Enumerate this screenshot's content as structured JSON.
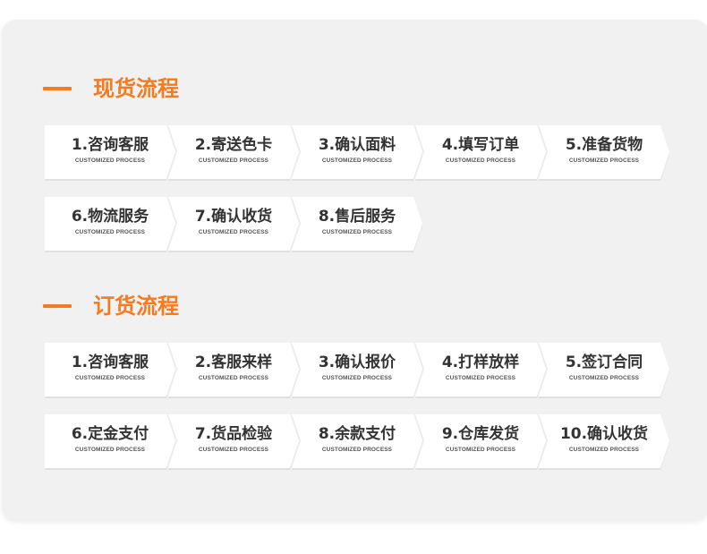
{
  "colors": {
    "accent": "#f47b20",
    "panel_bg": "#f1f1f1",
    "card_bg": "#ffffff",
    "text": "#333333"
  },
  "subtitle": "CUSTOMIZED PROCESS",
  "sections": [
    {
      "title": "现货流程",
      "rows": [
        [
          "1.咨询客服",
          "2.寄送色卡",
          "3.确认面料",
          "4.填写订单",
          "5.准备货物"
        ],
        [
          "6.物流服务",
          "7.确认收货",
          "8.售后服务"
        ]
      ]
    },
    {
      "title": "订货流程",
      "rows": [
        [
          "1.咨询客服",
          "2.客服来样",
          "3.确认报价",
          "4.打样放样",
          "5.签订合同"
        ],
        [
          "6.定金支付",
          "7.货品检验",
          "8.余款支付",
          "9.仓库发货",
          "10.确认收货"
        ]
      ]
    }
  ]
}
